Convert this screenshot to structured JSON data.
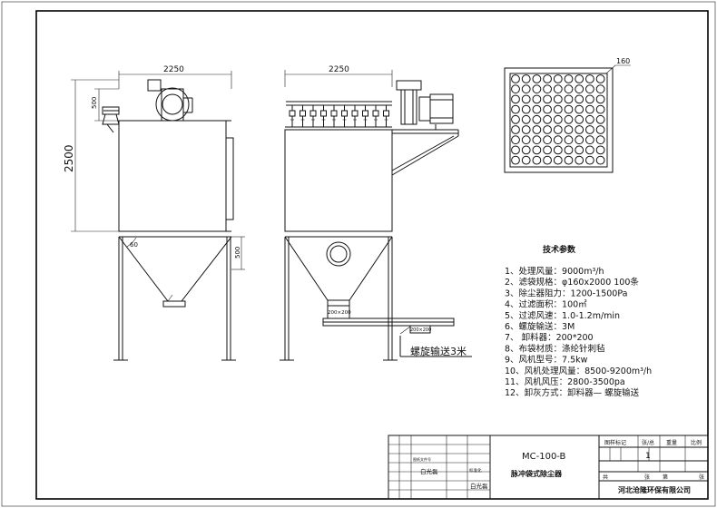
{
  "dimensions": {
    "width_side": "2250",
    "width_front": "2250",
    "height_total": "2500",
    "height_500_top": "500",
    "height_500_hopper": "500",
    "bag_dia": "160",
    "angle_60": "60",
    "flange_200_a": "200×200",
    "flange_200_b": "200×200"
  },
  "labels": {
    "screw_note": "螺旋输送3米"
  },
  "specs": {
    "title": "技术参数",
    "items": [
      "1、处理风量：9000m³/h",
      "2、滤袋规格：φ160x2000  100条",
      "3、除尘器阻力：1200-1500Pa",
      "4、过滤面积：100㎡",
      "5、过滤风速：1.0-1.2m/min",
      "6、螺旋输送：3M",
      "7、      卸料器：200*200",
      "8、布袋材质：涤纶针刺毡",
      "9、风机型号：7.5kw",
      "10、风机处理风量：8500-9200m³/h",
      "11、风机风压：2800-3500pa",
      "12、卸灰方式：卸料器— 螺旋输送"
    ]
  },
  "title_block": {
    "model": "MC-100-B",
    "name": "脉冲袋式除尘器",
    "company": "河北沧隆环保有限公司",
    "designer_1": "白光磊",
    "designer_2": "白光磊",
    "small_label_1": "图纸文件号",
    "small_label_2": "标准化",
    "header_cells": [
      "图样标记",
      "张/总",
      "重量",
      "比例"
    ],
    "sheet_no": "1",
    "footer_cells": [
      "共",
      "张",
      "第",
      "张"
    ]
  }
}
